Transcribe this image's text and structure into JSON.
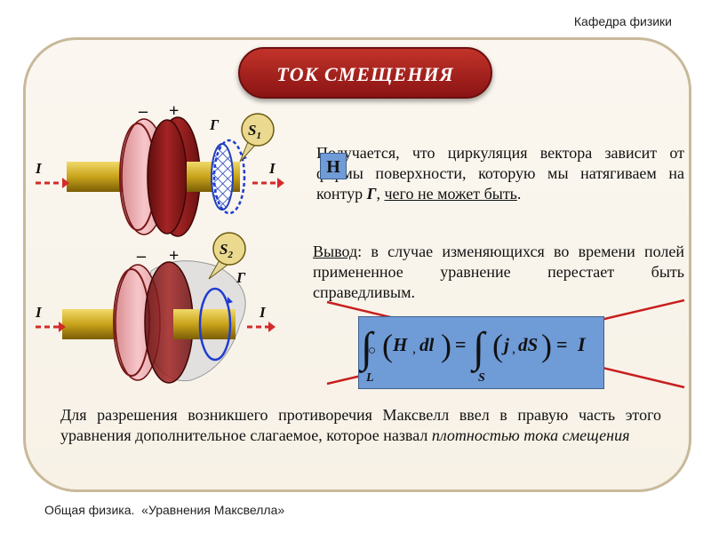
{
  "header": {
    "department": "Кафедра физики"
  },
  "title": "ТОК СМЕЩЕНИЯ",
  "paragraph1": {
    "text_a": "Получается, что циркуляция вектора ",
    "vector_label": "H",
    "text_b": " зависит от формы поверхности, которую мы натягиваем на контур ",
    "contour": "Г",
    "text_c": ", ",
    "underlined": "чего не может быть",
    "text_d": "."
  },
  "paragraph2": {
    "lead": "Вывод",
    "text": ": в случае изменяющихся во времени полей примененное уравнение перестает быть справедливым."
  },
  "equation": {
    "H": "H",
    "dl": "dl",
    "j": "j",
    "dS": "dS",
    "I": "I",
    "lower_L": "L",
    "lower_S": "S",
    "eq": "=",
    "comma": ","
  },
  "paragraph3": {
    "text": "Для разрешения возникшего противоречия Максвелл ввел в правую часть этого уравнения дополнительное слагаемое, которое назвал ",
    "italic": "плотностью тока смещения"
  },
  "figure": {
    "current": "I",
    "minus": "–",
    "plus": "+",
    "contour": "Г",
    "S1": "S",
    "S1_sub": "1",
    "S2": "S",
    "S2_sub": "2"
  },
  "footer": {
    "course": "Общая физика.",
    "topic": "«Уравнения Максвелла»"
  },
  "colors": {
    "frame": "#c8b99a",
    "title_bg": "#a8201c",
    "formula_bg": "#6f9bd6",
    "rod": "#c9a31a",
    "plate_dark": "#8e1a1a",
    "plate_light": "#f2b9bd",
    "arrow": "#d42a2a",
    "contour_blue": "#1f3ccf"
  }
}
